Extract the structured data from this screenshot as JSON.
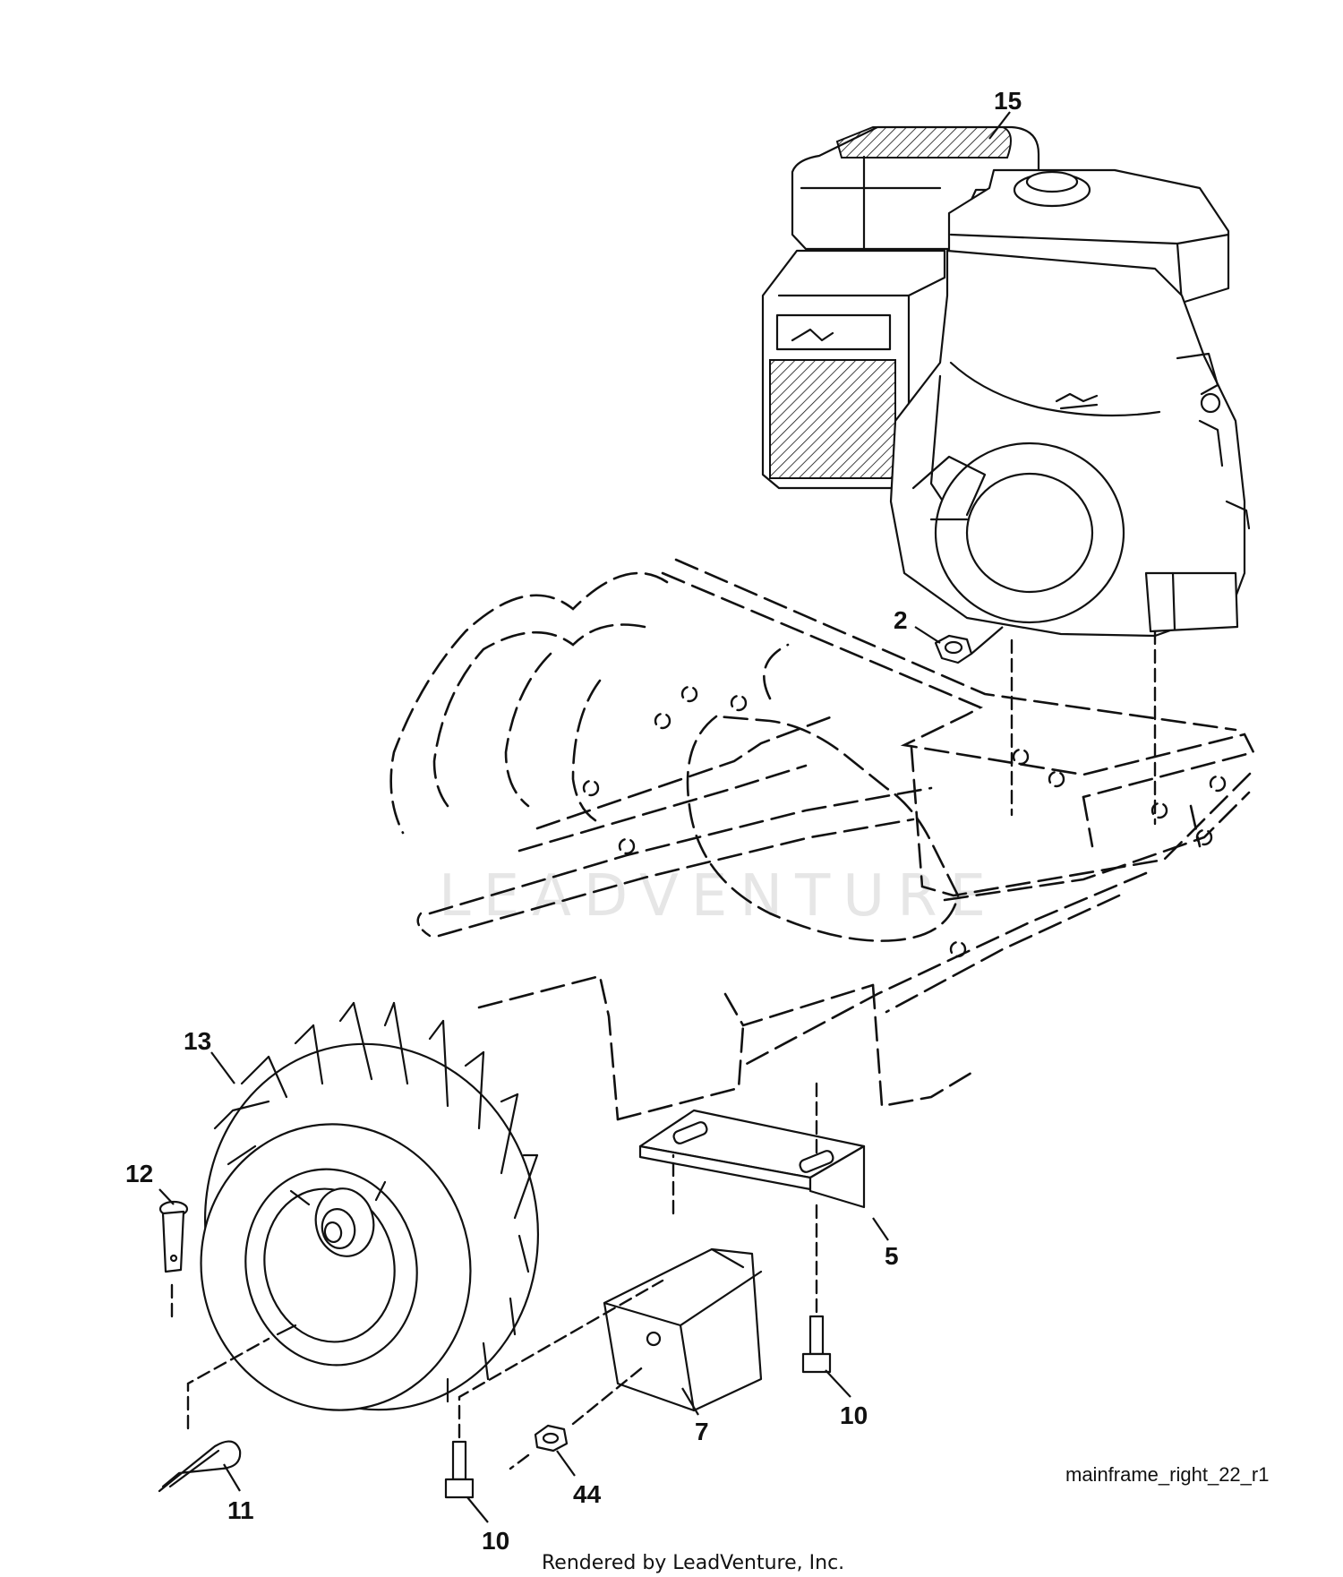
{
  "diagram_id": "mainframe_right_22_r1",
  "footer_text": "Rendered by LeadVenture, Inc.",
  "watermark_text": "LEADVENTURE",
  "callouts": [
    {
      "label": "15",
      "part": "engine"
    },
    {
      "label": "2",
      "part": "nut-upper"
    },
    {
      "label": "13",
      "part": "wheel"
    },
    {
      "label": "12",
      "part": "clevis-pin"
    },
    {
      "label": "5",
      "part": "bracket"
    },
    {
      "label": "7",
      "part": "weight-block"
    },
    {
      "label": "10",
      "part": "bolt-right"
    },
    {
      "label": "11",
      "part": "hairpin-clip"
    },
    {
      "label": "10",
      "part": "bolt-left"
    },
    {
      "label": "44",
      "part": "nut-lower"
    }
  ],
  "colors": {
    "line": "#111111",
    "watermark": "#e6e6e6",
    "background": "#ffffff"
  }
}
